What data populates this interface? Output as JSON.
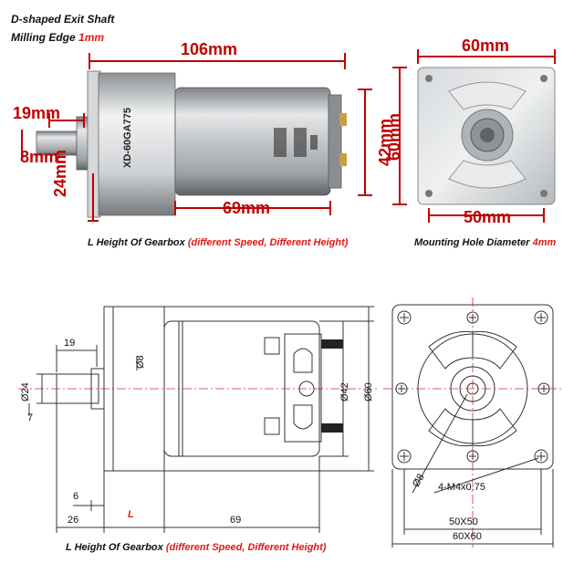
{
  "header": {
    "line1": "D-shaped Exit Shaft",
    "line2_text": "Milling Edge",
    "line2_value": "1mm"
  },
  "photo_side": {
    "label": "XD-60GA775",
    "dims": {
      "total_length": "106mm",
      "shaft_length": "19mm",
      "shaft_diameter": "8mm",
      "gearbox_length": "24mm",
      "motor_length": "69mm",
      "motor_diameter": "42mm"
    },
    "caption_text": "L Height Of Gearbox",
    "caption_red": "(different Speed, Different Height)"
  },
  "photo_front": {
    "dims": {
      "width": "60mm",
      "height": "60mm",
      "hole_spacing": "50mm"
    },
    "caption_text": "Mounting Hole Diameter",
    "caption_red": "4mm"
  },
  "drawing_side": {
    "labels": {
      "shaft_len": "19",
      "shaft_dia": "Ø8",
      "gear_dia": "Ø24",
      "flat": "7",
      "motor_dia": "Ø42",
      "flange_dia": "Ø60",
      "boss": "6",
      "boss_len": "26",
      "gear_len": "L",
      "motor_len": "69"
    },
    "caption_text": "L Height Of Gearbox",
    "caption_red": "(different Speed, Different Height)"
  },
  "drawing_front": {
    "labels": {
      "pcd": "Ø8",
      "holes": "4-M4x0.75",
      "inner": "50X50",
      "outer": "60X60"
    }
  }
}
